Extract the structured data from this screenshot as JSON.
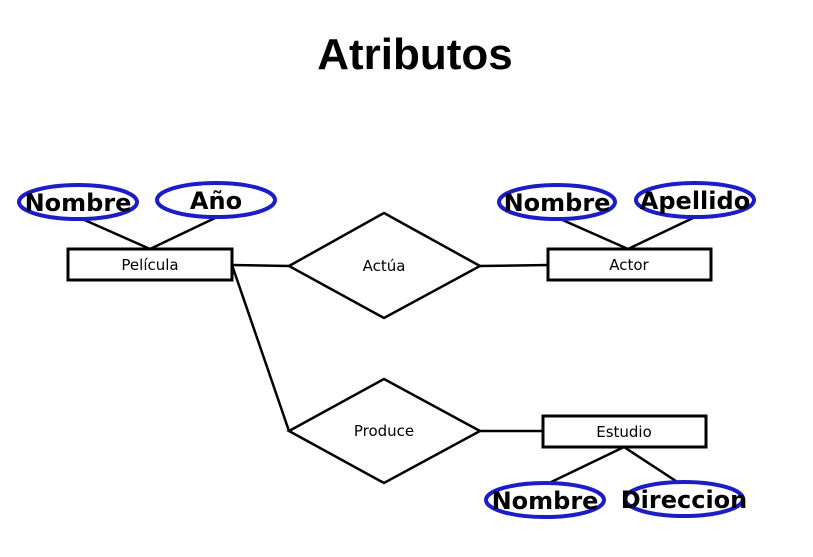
{
  "title": "Atributos",
  "colors": {
    "attribute_outline": "#1d1dc8",
    "line": "#000000",
    "text": "#000000"
  },
  "entities": {
    "pelicula": "Película",
    "actor": "Actor",
    "estudio": "Estudio"
  },
  "relationships": {
    "actua": "Actúa",
    "produce": "Produce"
  },
  "attributes": {
    "pelicula_nombre": "Nombre",
    "pelicula_anio": "Año",
    "actor_nombre": "Nombre",
    "actor_apellido": "Apellido",
    "estudio_nombre": "Nombre",
    "estudio_direccion": "Direccion"
  }
}
